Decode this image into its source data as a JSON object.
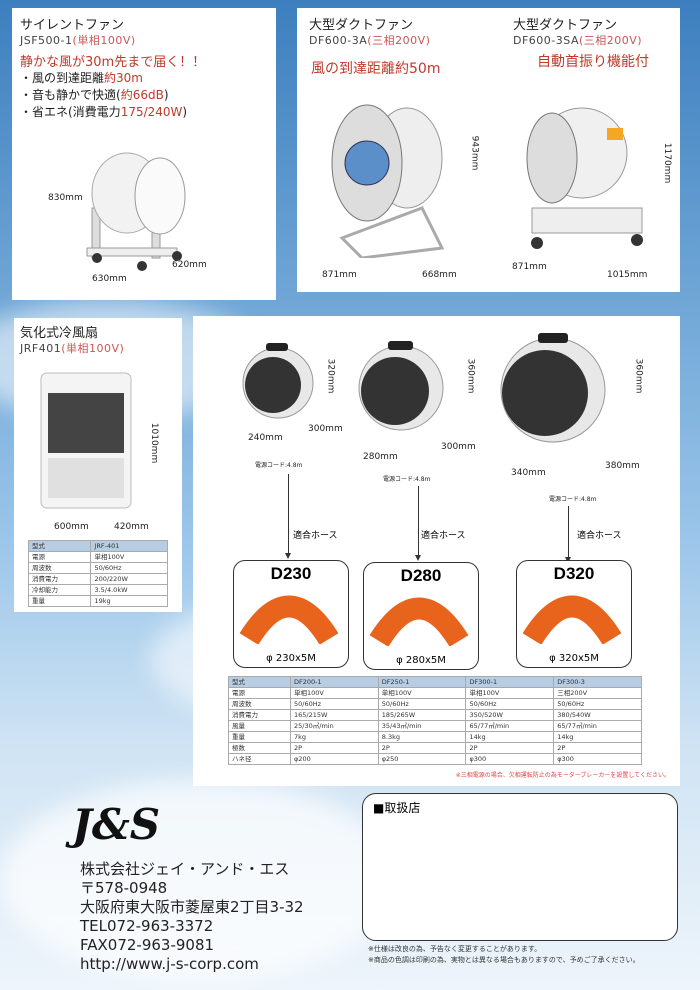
{
  "silent_fan": {
    "title": "サイレントファン",
    "model": "JSF500-1",
    "power": "(単相100V)",
    "headline": "静かな風が30m先まで届く！！",
    "features": [
      {
        "a": "・風の到達距離",
        "b": "約30m",
        "c": ""
      },
      {
        "a": "・音も静かで快適(",
        "b": "約66dB",
        "c": ")"
      },
      {
        "a": "・省エネ(消費電力",
        "b": "175/240W",
        "c": ")"
      }
    ],
    "dims": [
      "830mm",
      "630mm",
      "620mm"
    ]
  },
  "duct_fan_a": {
    "title": "大型ダクトファン",
    "model": "DF600-3A",
    "power": "(三相200V)",
    "headline": "風の到達距離約50m",
    "dims": [
      "943mm",
      "871mm",
      "668mm"
    ]
  },
  "duct_fan_sa": {
    "title": "大型ダクトファン",
    "model": "DF600-3SA",
    "power": "(三相200V)",
    "headline": "自動首振り機能付",
    "dims": [
      "1170mm",
      "871mm",
      "1015mm"
    ]
  },
  "cooler": {
    "title": "気化式冷風扇",
    "model": "JRF401",
    "power": "(単相100V)",
    "dims": [
      "1010mm",
      "600mm",
      "420mm"
    ],
    "spec": [
      [
        "型式",
        "JRF-401"
      ],
      [
        "電源",
        "単相100V"
      ],
      [
        "周波数",
        "50/60Hz"
      ],
      [
        "消費電力",
        "200/220W"
      ],
      [
        "冷却能力",
        "3.5/4.0kW"
      ],
      [
        "重量",
        "19kg"
      ]
    ]
  },
  "small_fans": {
    "dims": [
      [
        "320mm",
        "240mm",
        "300mm"
      ],
      [
        "360mm",
        "280mm",
        "300mm"
      ],
      [
        "360mm",
        "340mm",
        "380mm"
      ]
    ],
    "cord": "電源コード:4.8m",
    "hose_label": "適合ホース",
    "hoses": [
      {
        "name": "D230",
        "size": "φ 230x5M"
      },
      {
        "name": "D280",
        "size": "φ 280x5M"
      },
      {
        "name": "D320",
        "size": "φ 320x5M"
      }
    ],
    "spec": [
      [
        "型式",
        "DF200-1",
        "DF250-1",
        "DF300-1",
        "DF300-3"
      ],
      [
        "電源",
        "単相100V",
        "単相100V",
        "単相100V",
        "三相200V"
      ],
      [
        "周波数",
        "50/60Hz",
        "50/60Hz",
        "50/60Hz",
        "50/60Hz"
      ],
      [
        "消費電力",
        "165/215W",
        "185/265W",
        "350/520W",
        "380/540W"
      ],
      [
        "風量",
        "25/30㎥/min",
        "35/43㎥/min",
        "65/77㎥/min",
        "65/77㎥/min"
      ],
      [
        "重量",
        "7kg",
        "8.3kg",
        "14kg",
        "14kg"
      ],
      [
        "極数",
        "2P",
        "2P",
        "2P",
        "2P"
      ],
      [
        "ハネ径",
        "φ200",
        "φ250",
        "φ300",
        "φ300"
      ]
    ],
    "note": "※三相電源の場合、欠相運転防止の為モーターブレーカーを設置してください。"
  },
  "company": {
    "logo": "J&S",
    "name": "株式会社ジェイ・アンド・エス",
    "zip": "〒578-0948",
    "address": "大阪府東大阪市菱屋東2丁目3-32",
    "tel": "TEL072-963-3372",
    "fax": "FAX072-963-9081",
    "url": "http://www.j-s-corp.com"
  },
  "dealer": {
    "title": "■取扱店"
  },
  "notes": [
    "※仕様は改良の為、予告なく変更することがあります。",
    "※商品の色調は印刷の為、実物とは異なる場合もありますので、予めご了承ください。"
  ]
}
